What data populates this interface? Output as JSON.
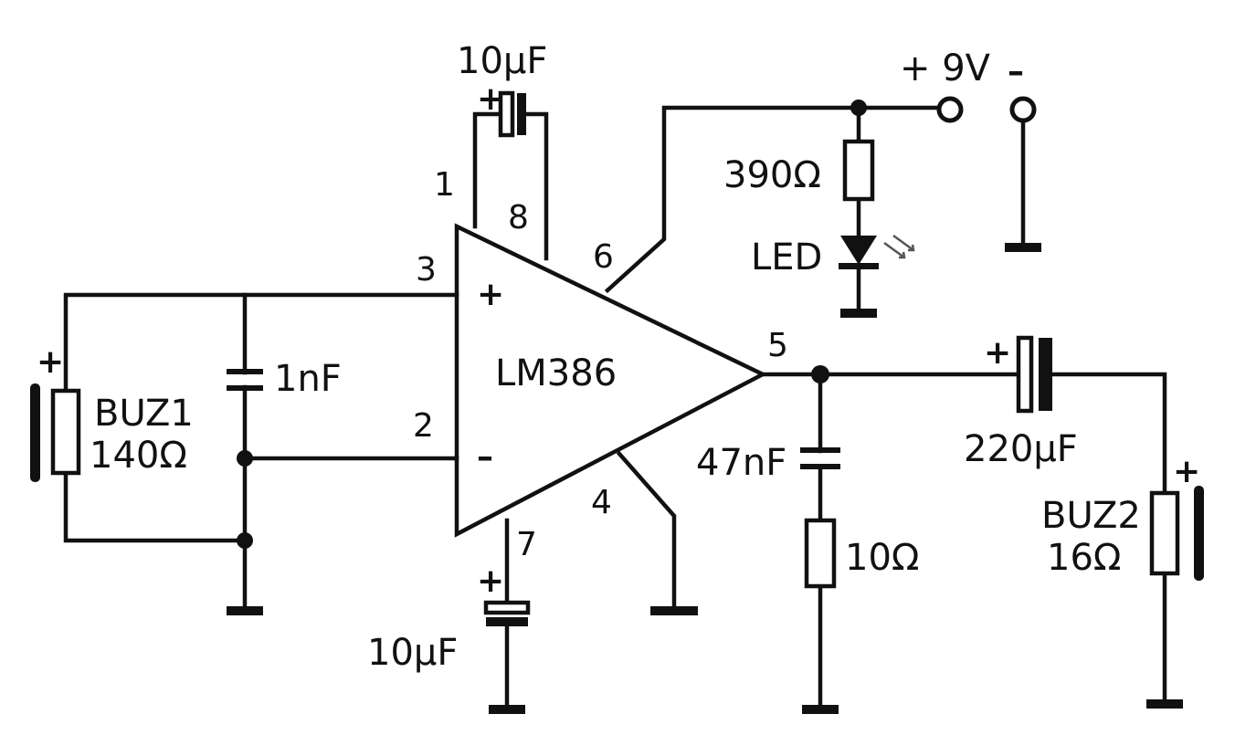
{
  "ic": {
    "name": "LM386",
    "plus": "+",
    "minus": "–"
  },
  "pins": {
    "p1": "1",
    "p2": "2",
    "p3": "3",
    "p4": "4",
    "p5": "5",
    "p6": "6",
    "p7": "7",
    "p8": "8"
  },
  "components": {
    "c_gain": {
      "value": "10µF",
      "polarity": "+"
    },
    "c_bypass": {
      "value": "10µF",
      "polarity": "+"
    },
    "c_input": {
      "value": "1nF"
    },
    "c_zobel": {
      "value": "47nF"
    },
    "r_zobel": {
      "value": "10Ω"
    },
    "c_out": {
      "value": "220µF",
      "polarity": "+"
    },
    "r_led": {
      "value": "390Ω"
    },
    "led": {
      "label": "LED"
    },
    "buz1": {
      "name": "BUZ1",
      "value": "140Ω",
      "polarity": "+"
    },
    "buz2": {
      "name": "BUZ2",
      "value": "16Ω",
      "polarity": "+"
    }
  },
  "supply": {
    "positive": "+ 9V",
    "negative": "–"
  }
}
